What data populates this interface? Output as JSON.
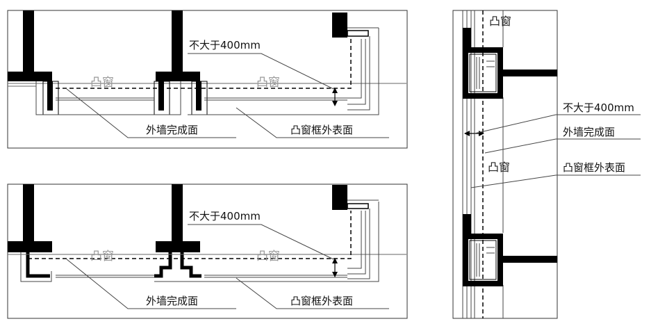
{
  "labels": {
    "bay_window": "凸窗",
    "max_depth": "不大于400mm",
    "exterior_wall_finish": "外墙完成面",
    "bay_window_frame_outer": "凸窗框外表面"
  },
  "colors": {
    "wall": "#000000",
    "line": "#000000",
    "thin_line": "#444444",
    "annotation_text": "#111111",
    "bay_window_text": "#999999",
    "background": "#ffffff"
  }
}
